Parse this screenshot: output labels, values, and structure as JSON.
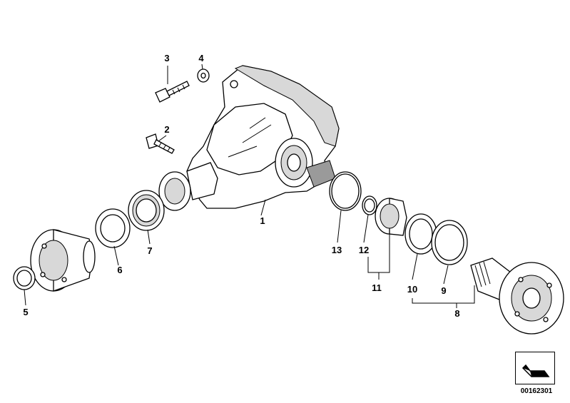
{
  "callouts": {
    "c1": "1",
    "c2": "2",
    "c3": "3",
    "c4": "4",
    "c5": "5",
    "c6": "6",
    "c7": "7",
    "c8": "8",
    "c9": "9",
    "c10": "10",
    "c11": "11",
    "c12": "12",
    "c13": "13"
  },
  "reference": {
    "code": "00162301",
    "icon": "arrow-ref-icon"
  }
}
